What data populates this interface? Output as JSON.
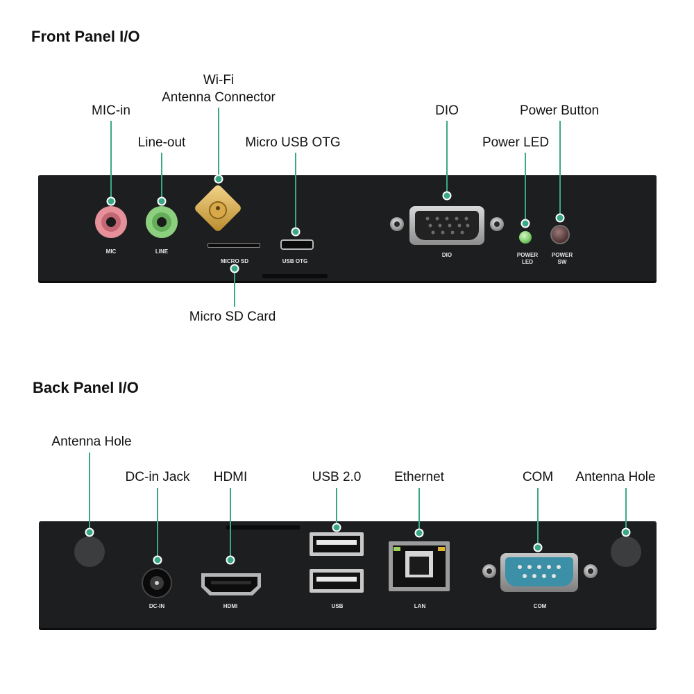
{
  "front": {
    "title": "Front Panel I/O",
    "callouts": {
      "mic": "MIC-in",
      "line": "Line-out",
      "wifi_line1": "Wi-Fi",
      "wifi_line2": "Antenna Connector",
      "usbotg": "Micro USB OTG",
      "dio": "DIO",
      "power_led": "Power LED",
      "power_button": "Power Button",
      "microsd": "Micro SD Card"
    },
    "panel_labels": {
      "mic": "MIC",
      "line": "LINE",
      "microsd": "MICRO SD",
      "usbotg": "USB OTG",
      "dio": "DIO",
      "power_led_1": "POWER",
      "power_led_2": "LED",
      "power_sw_1": "POWER",
      "power_sw_2": "SW"
    }
  },
  "back": {
    "title": "Back Panel I/O",
    "callouts": {
      "antenna_left": "Antenna Hole",
      "dcin": "DC-in Jack",
      "hdmi": "HDMI",
      "usb": "USB 2.0",
      "ethernet": "Ethernet",
      "com": "COM",
      "antenna_right": "Antenna Hole"
    },
    "panel_labels": {
      "dcin": "DC-IN",
      "hdmi": "HDMI",
      "usb": "USB",
      "lan": "LAN",
      "com": "COM"
    }
  },
  "colors": {
    "accent": "#3aa886",
    "panel": "#1d1e20",
    "mic_jack": "#e6909a",
    "line_jack": "#8ccf7e",
    "power_led": "#7ed06b",
    "power_sw": "#5a3b3c",
    "com_port": "#3b8fa6"
  }
}
